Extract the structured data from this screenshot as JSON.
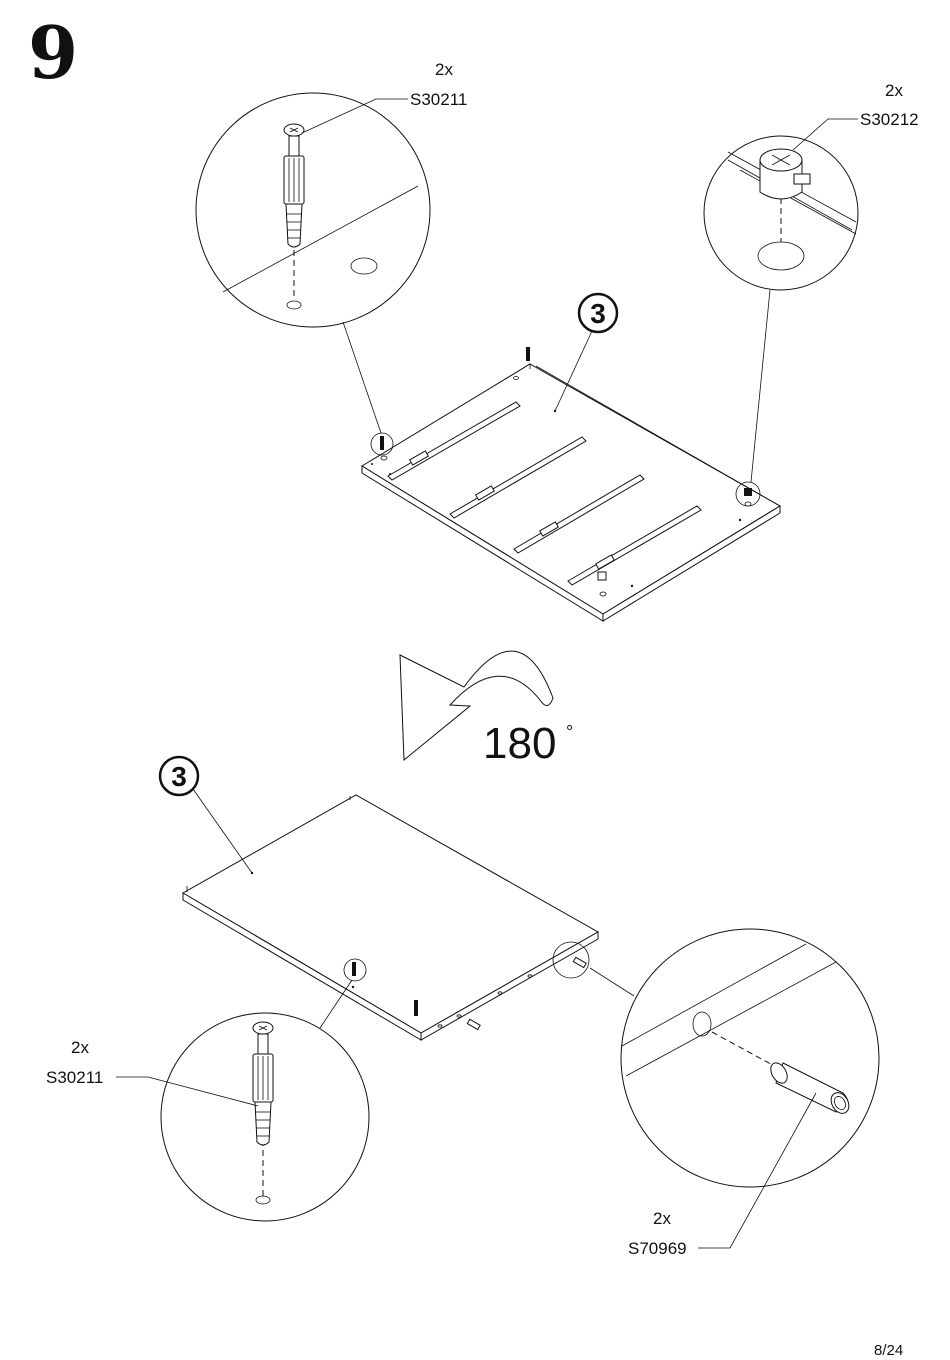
{
  "step": {
    "number": "9"
  },
  "page_number": "8/24",
  "rotation": {
    "angle": "180",
    "unit": "°"
  },
  "panel_badge": "3",
  "callouts": {
    "top_left": {
      "qty": "2x",
      "code": "S30211"
    },
    "top_right": {
      "qty": "2x",
      "code": "S30212"
    },
    "bottom_left": {
      "qty": "2x",
      "code": "S30211"
    },
    "bottom_right": {
      "qty": "2x",
      "code": "S70969"
    }
  }
}
